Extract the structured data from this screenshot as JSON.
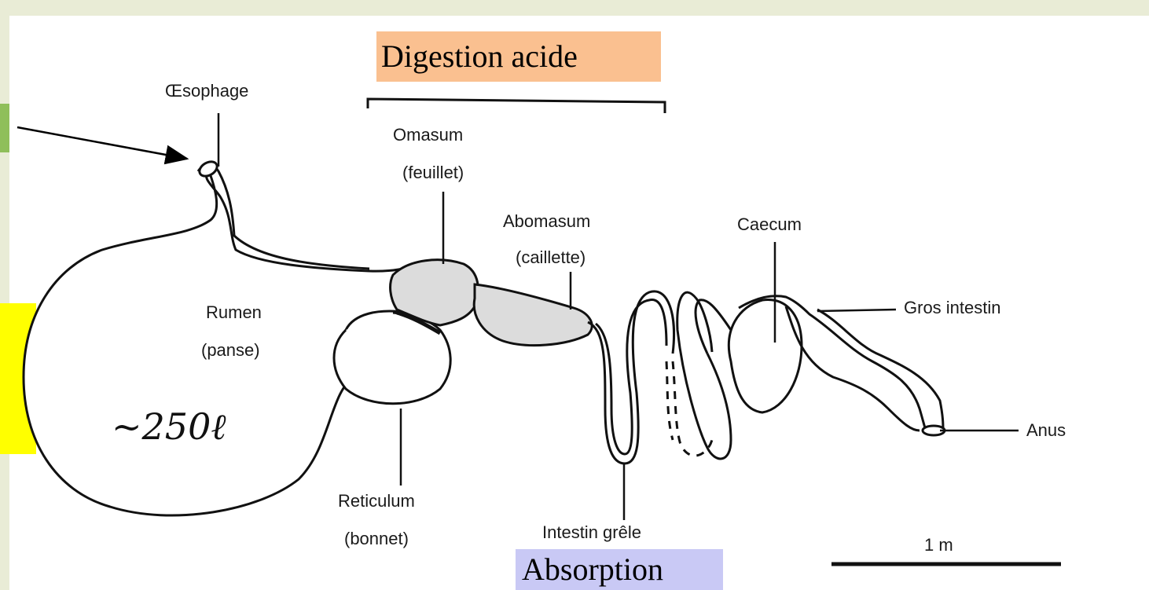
{
  "headers": {
    "acid_digestion": "Digestion acide",
    "absorption": "Absorption"
  },
  "labels": {
    "oesophagus": "Œsophage",
    "omasum": "Omasum",
    "omasum_fr": "(feuillet)",
    "abomasum": "Abomasum",
    "abomasum_fr": "(caillette)",
    "caecum": "Caecum",
    "rumen": "Rumen",
    "rumen_fr": "(panse)",
    "large_intestine": "Gros intestin",
    "anus": "Anus",
    "reticulum": "Reticulum",
    "reticulum_fr": "(bonnet)",
    "small_intestine": "Intestin grêle",
    "scale": "1 m"
  },
  "annotations": {
    "rumen_volume": "~250ℓ"
  },
  "colors": {
    "acid_highlight": "#fac090",
    "absorption_highlight": "#c9c9f5",
    "side_highlight": "#ffff00",
    "stomach_fill": "#dcdcdc",
    "frame": "#e9ecd6",
    "frame_accent": "#8fbf5a"
  }
}
